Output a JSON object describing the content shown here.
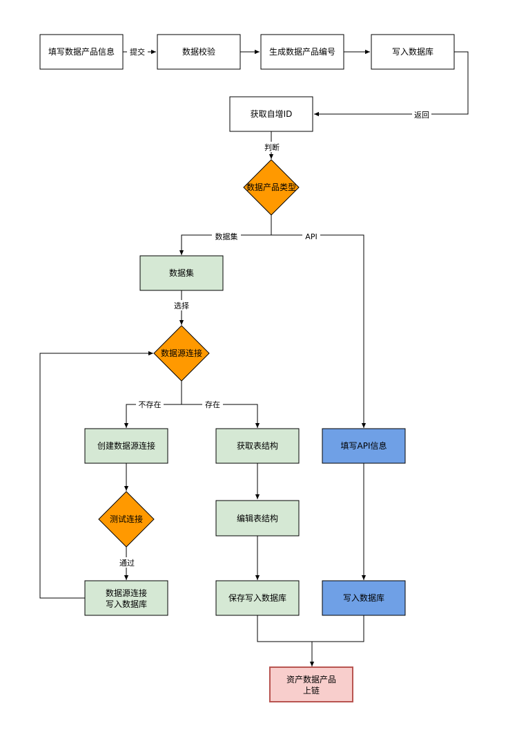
{
  "colors": {
    "white": "#ffffff",
    "green": "#d5e8d4",
    "orange": "#ff9900",
    "blue": "#6fa0e6",
    "pink": "#f8cecc",
    "pink_border": "#b85450",
    "line": "#000000"
  },
  "nodes": {
    "fill_info": "填写数据产品信息",
    "validate": "数据校验",
    "gen_number": "生成数据产品编号",
    "write_db_1": "写入数据库",
    "get_id": "获取自增ID",
    "product_type": "数据产品类型",
    "dataset": "数据集",
    "ds_connect": "数据源连接",
    "create_ds": "创建数据源连接",
    "test_connect": "测试连接",
    "ds_write_line1": "数据源连接",
    "ds_write_line2": "写入数据库",
    "get_table": "获取表结构",
    "edit_table": "编辑表结构",
    "save_write": "保存写入数据库",
    "fill_api": "填写API信息",
    "write_db_api": "写入数据库",
    "publish_line1": "资产数据产品",
    "publish_line2": "上链"
  },
  "edges": {
    "submit": "提交",
    "return": "返回",
    "judge": "判断",
    "dataset": "数据集",
    "api": "API",
    "select": "选择",
    "not_exist": "不存在",
    "exist": "存在",
    "pass": "通过"
  }
}
